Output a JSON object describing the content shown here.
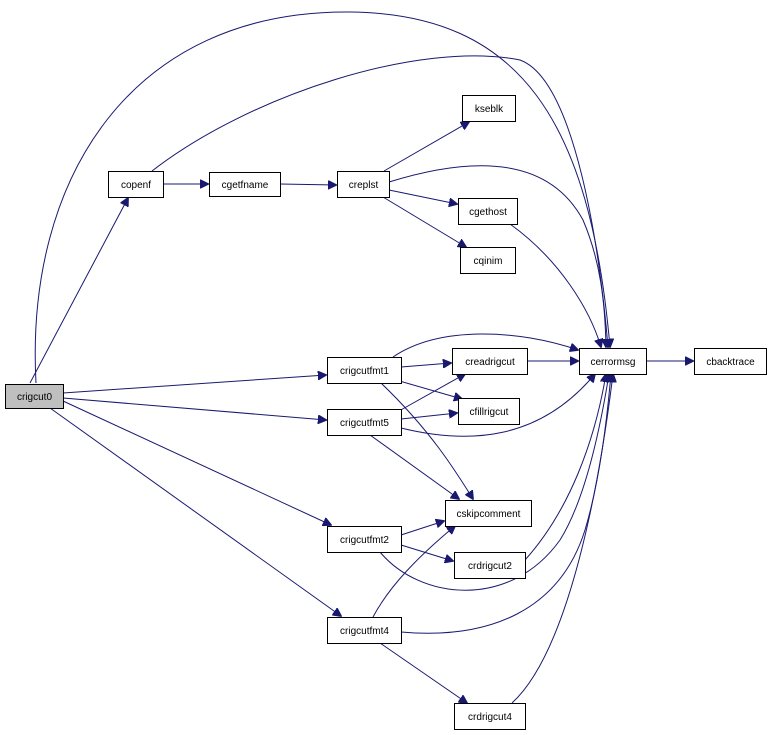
{
  "diagram": {
    "title": "",
    "colors": {
      "edge": "#191970",
      "node_fill": "#ffffff",
      "root_fill": "#bfbfbf",
      "border": "#000000"
    },
    "nodes": [
      {
        "id": "crigcut0",
        "label": "crigcut0",
        "root": true
      },
      {
        "id": "copenf",
        "label": "copenf"
      },
      {
        "id": "cgetfname",
        "label": "cgetfname"
      },
      {
        "id": "creplst",
        "label": "creplst"
      },
      {
        "id": "kseblk",
        "label": "kseblk"
      },
      {
        "id": "cgethost",
        "label": "cgethost"
      },
      {
        "id": "cqinim",
        "label": "cqinim"
      },
      {
        "id": "crigcutfmt1",
        "label": "crigcutfmt1"
      },
      {
        "id": "crigcutfmt5",
        "label": "crigcutfmt5"
      },
      {
        "id": "creadrigcut",
        "label": "creadrigcut"
      },
      {
        "id": "cfillrigcut",
        "label": "cfillrigcut"
      },
      {
        "id": "cerrormsg",
        "label": "cerrormsg"
      },
      {
        "id": "cbacktrace",
        "label": "cbacktrace"
      },
      {
        "id": "cskipcomment",
        "label": "cskipcomment"
      },
      {
        "id": "crigcutfmt2",
        "label": "crigcutfmt2"
      },
      {
        "id": "crdrigcut2",
        "label": "crdrigcut2"
      },
      {
        "id": "crigcutfmt4",
        "label": "crigcutfmt4"
      },
      {
        "id": "crdrigcut4",
        "label": "crdrigcut4"
      }
    ],
    "edges": [
      [
        "crigcut0",
        "copenf"
      ],
      [
        "crigcut0",
        "cerrormsg"
      ],
      [
        "crigcut0",
        "crigcutfmt1"
      ],
      [
        "crigcut0",
        "crigcutfmt5"
      ],
      [
        "crigcut0",
        "crigcutfmt2"
      ],
      [
        "crigcut0",
        "crigcutfmt4"
      ],
      [
        "copenf",
        "cgetfname"
      ],
      [
        "copenf",
        "cerrormsg"
      ],
      [
        "cgetfname",
        "creplst"
      ],
      [
        "creplst",
        "kseblk"
      ],
      [
        "creplst",
        "cerrormsg"
      ],
      [
        "creplst",
        "cgethost"
      ],
      [
        "creplst",
        "cqinim"
      ],
      [
        "cgethost",
        "cerrormsg"
      ],
      [
        "crigcutfmt1",
        "cerrormsg"
      ],
      [
        "crigcutfmt1",
        "creadrigcut"
      ],
      [
        "crigcutfmt1",
        "cfillrigcut"
      ],
      [
        "crigcutfmt1",
        "cskipcomment"
      ],
      [
        "crigcutfmt5",
        "creadrigcut"
      ],
      [
        "crigcutfmt5",
        "cfillrigcut"
      ],
      [
        "crigcutfmt5",
        "cerrormsg"
      ],
      [
        "crigcutfmt5",
        "cskipcomment"
      ],
      [
        "creadrigcut",
        "cerrormsg"
      ],
      [
        "cerrormsg",
        "cbacktrace"
      ],
      [
        "crigcutfmt2",
        "cskipcomment"
      ],
      [
        "crigcutfmt2",
        "crdrigcut2"
      ],
      [
        "crigcutfmt2",
        "cerrormsg"
      ],
      [
        "crdrigcut2",
        "cerrormsg"
      ],
      [
        "crigcutfmt4",
        "cskipcomment"
      ],
      [
        "crigcutfmt4",
        "cerrormsg"
      ],
      [
        "crigcutfmt4",
        "crdrigcut4"
      ],
      [
        "crdrigcut4",
        "cerrormsg"
      ]
    ]
  }
}
